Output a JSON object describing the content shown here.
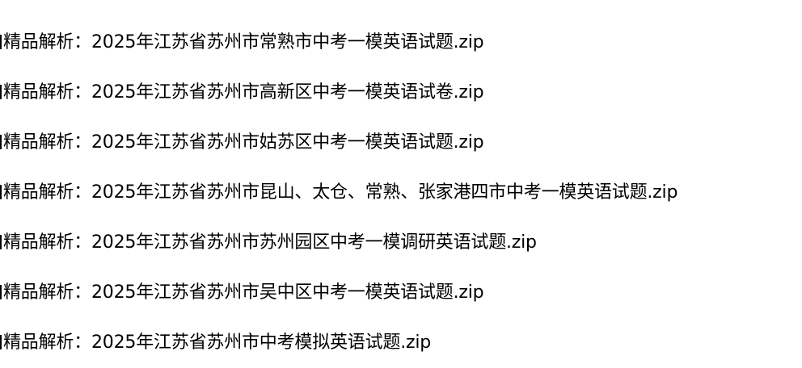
{
  "files": [
    "精品解析：2025年江苏省苏州市常熟市中考一模英语试题.zip",
    "精品解析：2025年江苏省苏州市高新区中考一模英语试卷.zip",
    "精品解析：2025年江苏省苏州市姑苏区中考一模英语试题.zip",
    "精品解析：2025年江苏省苏州市昆山、太仓、常熟、张家港四市中考一模英语试题.zip",
    "精品解析：2025年江苏省苏州市苏州园区中考一模调研英语试题.zip",
    "精品解析：2025年江苏省苏州市吴中区中考一模英语试题.zip",
    "精品解析：2025年江苏省苏州市中考模拟英语试题.zip"
  ]
}
